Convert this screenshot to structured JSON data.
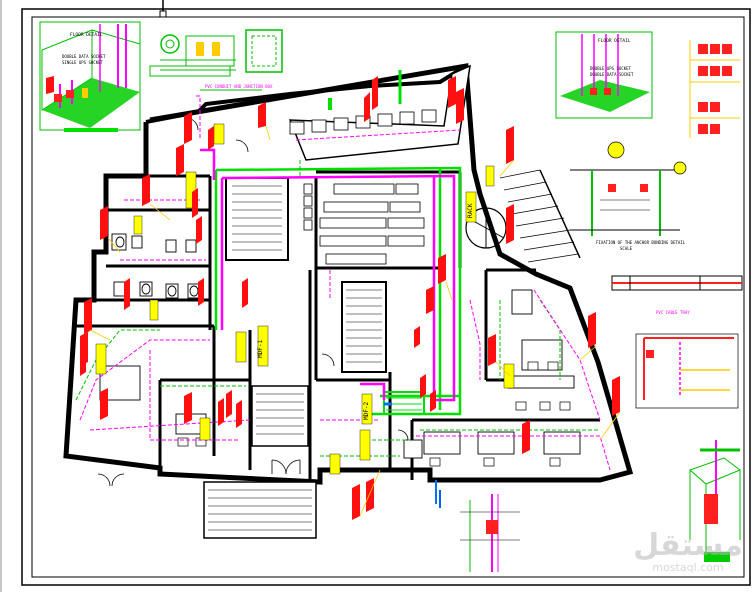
{
  "drawing": {
    "colors": {
      "wall": "#000000",
      "power": "#ff00ff",
      "data": "#00e000",
      "tag": "#ff0000",
      "light": "#ffff00",
      "hatch": "#00c000"
    },
    "labels": {
      "detail_top_left_title": "FLOOR DETAIL",
      "detail_top_left_note1": "DOUBLE DATA SOCKET",
      "detail_top_left_note2": "SINGLE UPS SOCKET",
      "detail_top_center_caption": "PVC CONDUIT AND JUNCTION BOX",
      "detail_top_right_title": "FLOOR DETAIL",
      "detail_top_right_note1": "DOUBLE UPS SOCKET",
      "detail_top_right_note2": "DOUBLE DATA SOCKET",
      "detail_mid_right_caption": "FIXATION OF THE ANCHOR BONDING DETAIL",
      "detail_mid_right_sub": "SCALE",
      "detail_tray_caption": "PVC CABLE TRAY",
      "room_tag_1": "MDF-1",
      "room_tag_2": "MDF-2",
      "room_tag_3": "RACK"
    }
  },
  "watermark": {
    "arabic": "مستقل",
    "latin": "mostaql.com"
  }
}
